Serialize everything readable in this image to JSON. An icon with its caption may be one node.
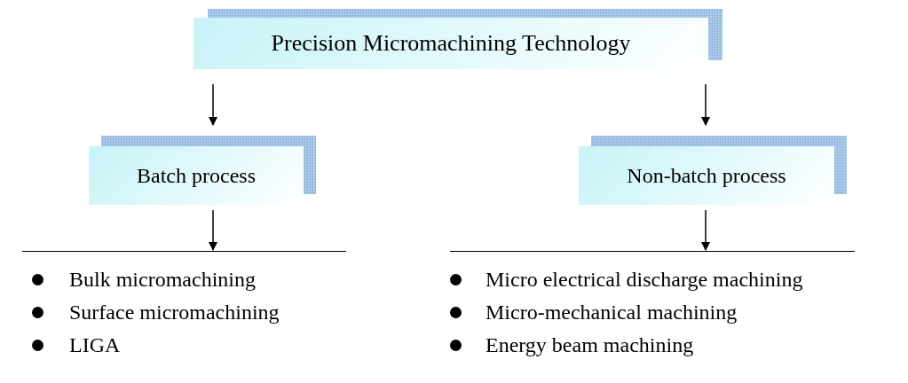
{
  "diagram": {
    "nodes": [
      {
        "text": [
          "Precision Micromachining Technology"
        ]
      },
      {
        "text": [
          "Batch process"
        ]
      },
      {
        "text": [
          "Non-batch process"
        ]
      },
      {
        "text": [
          "Bulk micromachining",
          "Surface micromachining",
          "LIGA"
        ]
      },
      {
        "text": [
          "Micro electrical discharge machining",
          "Micro-mechanical machining",
          "Energy beam machining"
        ]
      }
    ],
    "edges": [
      {
        "from": 0,
        "to": 1,
        "arrow": "to"
      },
      {
        "from": 0,
        "to": 2,
        "arrow": "to"
      },
      {
        "from": 1,
        "to": 3,
        "arrow": "to"
      },
      {
        "from": 2,
        "to": 4,
        "arrow": "to"
      }
    ]
  }
}
